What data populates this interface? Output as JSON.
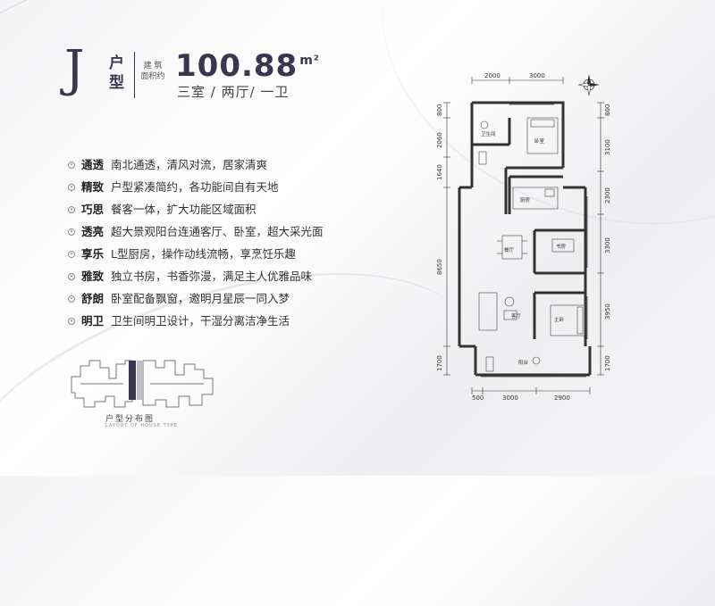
{
  "header": {
    "unit_letter": "J",
    "unit_word": [
      "户",
      "型"
    ],
    "area_label": [
      "建 筑",
      "面积约"
    ],
    "area_value": "100.88",
    "area_unit": "m²",
    "room_summary": "三室 / 两厅/ 一卫"
  },
  "features": [
    {
      "title": "通透",
      "desc": "南北通透，清风对流，居家清爽"
    },
    {
      "title": "精致",
      "desc": "户型紧凑简约，各功能间自有天地"
    },
    {
      "title": "巧思",
      "desc": "餐客一体，扩大功能区域面积"
    },
    {
      "title": "透亮",
      "desc": "超大景观阳台连通客厅、卧室，超大采光面"
    },
    {
      "title": "享乐",
      "desc": "L型厨房，操作动线流畅，享烹饪乐趣"
    },
    {
      "title": "雅致",
      "desc": "独立书房，书香弥漫，满足主人优雅品味"
    },
    {
      "title": "舒朗",
      "desc": "卧室配备飘窗，邀明月星辰一同入梦"
    },
    {
      "title": "明卫",
      "desc": "卫生间明卫设计，干湿分离洁净生活"
    }
  ],
  "site_map": {
    "caption": "户型分布图",
    "sub_caption": "LAYOUT OF HOUSE TYPE",
    "highlight_color": "#3a3550"
  },
  "floor_plan": {
    "top_dims": [
      "2000",
      "3000"
    ],
    "bottom_dims": [
      "500",
      "3000",
      "2900"
    ],
    "left_dims": [
      "800",
      "2060",
      "1640",
      "8650",
      "1700"
    ],
    "right_dims": [
      "800",
      "3100",
      "2300",
      "3300",
      "3950",
      "1700"
    ],
    "rooms": {
      "bathroom": "卫生间",
      "bedroom": "卧室",
      "kitchen": "厨房",
      "dining": "餐厅",
      "study": "书房",
      "living": "客厅",
      "master": "主卧",
      "balcony": "阳台"
    },
    "wall_color": "#333333"
  }
}
